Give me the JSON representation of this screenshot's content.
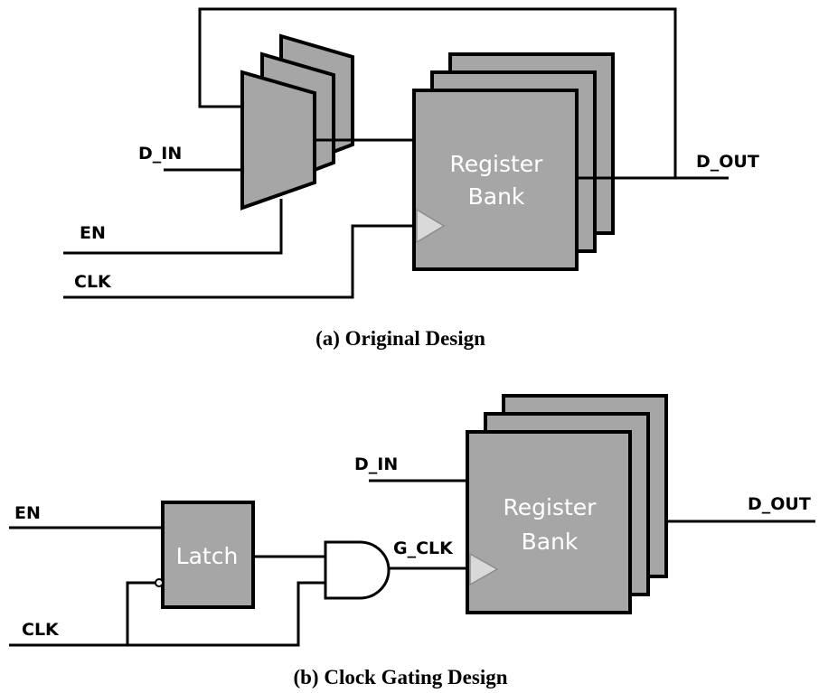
{
  "diagram_a": {
    "caption": "(a) Original Design",
    "register_bank_line1": "Register",
    "register_bank_line2": "Bank",
    "signals": {
      "d_in": "D_IN",
      "en": "EN",
      "clk": "CLK",
      "d_out": "D_OUT"
    }
  },
  "diagram_b": {
    "caption": "(b) Clock Gating Design",
    "latch_label": "Latch",
    "register_bank_line1": "Register",
    "register_bank_line2": "Bank",
    "signals": {
      "d_in": "D_IN",
      "en": "EN",
      "clk": "CLK",
      "g_clk": "G_CLK",
      "d_out": "D_OUT"
    }
  },
  "colors": {
    "block_fill": "#a6a6a6",
    "wire": "#000000",
    "block_text": "#ffffff"
  }
}
